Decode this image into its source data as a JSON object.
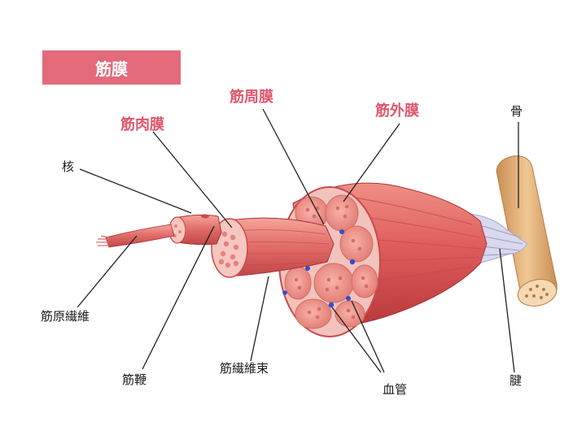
{
  "title": "筋膜",
  "labels": {
    "endomysium": "筋肉膜",
    "perimysium": "筋周膜",
    "epimysium": "筋外膜",
    "nucleus": "核",
    "myofibril": "筋原繊維",
    "sarcolemma": "筋鞭",
    "fascicle": "筋繊維束",
    "blood_vessel": "血管",
    "bone": "骨",
    "tendon": "腱"
  },
  "colors": {
    "title_bg": "#e26a7b",
    "title_text": "#ffffff",
    "accent_label": "#e0566b",
    "label": "#1a1a1a",
    "muscle": "#e0605e",
    "muscle_light": "#f4a39a",
    "muscle_dark": "#b8383c",
    "vessel": "#2d4fd0",
    "tendon": "#c8c8e2",
    "bone": "#d9a56a"
  }
}
